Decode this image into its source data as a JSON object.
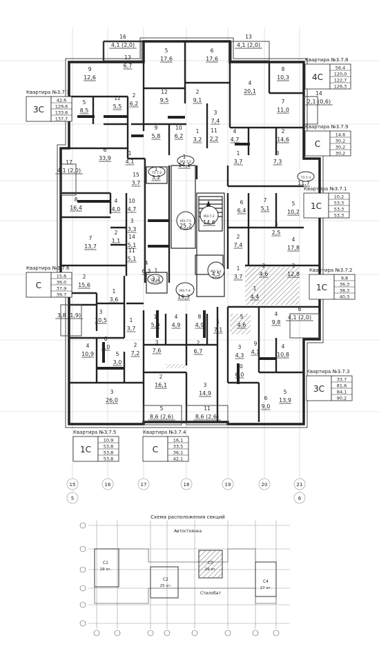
{
  "rooms": [
    {
      "n": "16",
      "a": "4,1 (2,0)"
    },
    {
      "n": "13",
      "a": "6,7"
    },
    {
      "n": "5",
      "a": "17,6"
    },
    {
      "n": "6",
      "a": "17,6"
    },
    {
      "n": "13",
      "a": "4,1 (2,0)"
    },
    {
      "n": "9",
      "a": "12,6"
    },
    {
      "n": "12",
      "a": "9,5"
    },
    {
      "n": "2",
      "a": "9,1"
    },
    {
      "n": "4",
      "a": "20,1"
    },
    {
      "n": "8",
      "a": "10,3"
    },
    {
      "n": "5",
      "a": "8,5"
    },
    {
      "n": "12",
      "a": "5,5"
    },
    {
      "n": "2",
      "a": "6,2"
    },
    {
      "n": "3",
      "a": "7,4"
    },
    {
      "n": "7",
      "a": "11,0"
    },
    {
      "n": "14",
      "a": "2,1 (0,6)"
    },
    {
      "n": "9",
      "a": "5,8"
    },
    {
      "n": "10",
      "a": "6,2"
    },
    {
      "n": "1",
      "a": "3,2"
    },
    {
      "n": "11",
      "a": "2,2"
    },
    {
      "n": "4",
      "a": "4,7"
    },
    {
      "n": "2",
      "a": "14,6"
    },
    {
      "n": "6",
      "a": "33,9"
    },
    {
      "n": "1",
      "a": "4,1"
    },
    {
      "n": "1",
      "a": "14,1"
    },
    {
      "n": "1",
      "a": "3,7"
    },
    {
      "n": "3",
      "a": "7,3"
    },
    {
      "n": "17",
      "a": "4,1 (2,0)"
    },
    {
      "n": "15",
      "a": "3,7"
    },
    {
      "n": "1",
      "a": "3,2"
    },
    {
      "n": "",
      "a": "11,7"
    },
    {
      "n": "8",
      "a": "16,4"
    },
    {
      "n": "4",
      "a": "4,0"
    },
    {
      "n": "10",
      "a": "4,7"
    },
    {
      "n": "6",
      "a": "6,4"
    },
    {
      "n": "7",
      "a": "5,1"
    },
    {
      "n": "5",
      "a": "10,2"
    },
    {
      "n": "3",
      "a": "3,3"
    },
    {
      "n": "",
      "a": "25,2"
    },
    {
      "n": "",
      "a": "14,6"
    },
    {
      "n": "3",
      "a": "2,5"
    },
    {
      "n": "7",
      "a": "13,7"
    },
    {
      "n": "2",
      "a": "1,1"
    },
    {
      "n": "14",
      "a": "5,1"
    },
    {
      "n": "11",
      "a": "5,1"
    },
    {
      "n": "2",
      "a": "7,4"
    },
    {
      "n": "4",
      "a": "17,8"
    },
    {
      "n": "4",
      "a": "6,3"
    },
    {
      "n": "1",
      "a": "3,2"
    },
    {
      "n": "",
      "a": "4,5"
    },
    {
      "n": "1",
      "a": "3,7"
    },
    {
      "n": "2",
      "a": "4,6"
    },
    {
      "n": "3",
      "a": "12,8"
    },
    {
      "n": "2",
      "a": "15,6"
    },
    {
      "n": "1",
      "a": "3,6"
    },
    {
      "n": "",
      "a": "19,3"
    },
    {
      "n": "1",
      "a": "4,4"
    },
    {
      "n": "5",
      "a": "3,8 (1,9)"
    },
    {
      "n": "3",
      "a": "10,5"
    },
    {
      "n": "1",
      "a": "5,0"
    },
    {
      "n": "4",
      "a": "4,9"
    },
    {
      "n": "8",
      "a": "4,9"
    },
    {
      "n": "1",
      "a": "7,1"
    },
    {
      "n": "5",
      "a": "4,6"
    },
    {
      "n": "4",
      "a": "9,8"
    },
    {
      "n": "6",
      "a": "4,1 (2,0)"
    },
    {
      "n": "1",
      "a": "3,7"
    },
    {
      "n": "4",
      "a": "10,9"
    },
    {
      "n": "6",
      "a": "3,0"
    },
    {
      "n": "2",
      "a": "7,2"
    },
    {
      "n": "5",
      "a": "3,0"
    },
    {
      "n": "3",
      "a": "7,6"
    },
    {
      "n": "2",
      "a": "6,7"
    },
    {
      "n": "3",
      "a": "4,3"
    },
    {
      "n": "9",
      "a": "4,1"
    },
    {
      "n": "4",
      "a": "10,8"
    },
    {
      "n": "2",
      "a": "16,1"
    },
    {
      "n": "3",
      "a": "14,9"
    },
    {
      "n": "10",
      "a": "6,0"
    },
    {
      "n": "6",
      "a": "9,0"
    },
    {
      "n": "5",
      "a": "13,9"
    },
    {
      "n": "3",
      "a": "26,0"
    },
    {
      "n": "5",
      "a": "8,6 (2,6)"
    },
    {
      "n": "11",
      "a": "8,6 (2,6)"
    }
  ],
  "apartments": [
    {
      "title": "Квартира №3.7.8",
      "type": "4С",
      "areas": [
        "56,4",
        "120,0",
        "122,7",
        "126,3"
      ]
    },
    {
      "title": "Квартира №3.7.7",
      "type": "3С",
      "areas": [
        "42,6",
        "129,6",
        "133,6",
        "137,7"
      ]
    },
    {
      "title": "Квартира №3.7.9",
      "type": "С",
      "areas": [
        "14,6",
        "30,2",
        "30,2",
        "30,2"
      ]
    },
    {
      "title": "Квартира №3.7.1",
      "type": "1С",
      "areas": [
        "10,2",
        "53,3",
        "53,3",
        "53,3"
      ]
    },
    {
      "title": "Квартира №3.7.6",
      "type": "С",
      "areas": [
        "15,6",
        "36,0",
        "37,9",
        "39,7"
      ]
    },
    {
      "title": "Квартира №3.7.2",
      "type": "1С",
      "areas": [
        "9,8",
        "36,3",
        "38,3",
        "40,3"
      ]
    },
    {
      "title": "Квартира №3.7.3",
      "type": "3С",
      "areas": [
        "33,7",
        "81,6",
        "84,1",
        "90,2"
      ]
    },
    {
      "title": "Квартира №3.7.5",
      "type": "1С",
      "areas": [
        "10,9",
        "53,8",
        "53,8",
        "53,8"
      ]
    },
    {
      "title": "Квартира №3.7.4",
      "type": "С",
      "areas": [
        "16,1",
        "33,5",
        "36,1",
        "42,1"
      ]
    }
  ],
  "core_labels": [
    "МЭ.7-3",
    "МЭ.7-5",
    "МЭ.7-2",
    "МЭ.7-1",
    "МЭ.7-4",
    "ТЗ.7-2",
    "ТЗ.7-1",
    "ТЗ.7-3"
  ],
  "axes": [
    "15",
    "16",
    "17",
    "18",
    "19",
    "20",
    "21"
  ],
  "axis_sub": [
    "5",
    "6"
  ],
  "scheme": {
    "title": "Схема расположения секций",
    "road": "Автостоянка",
    "podium": "Стилобат",
    "sections": [
      {
        "name": "С1",
        "floors": "29 эт."
      },
      {
        "name": "С2",
        "floors": "25 эт."
      },
      {
        "name": "С3",
        "floors": "29 эт."
      },
      {
        "name": "С4",
        "floors": "27 эт."
      }
    ]
  }
}
